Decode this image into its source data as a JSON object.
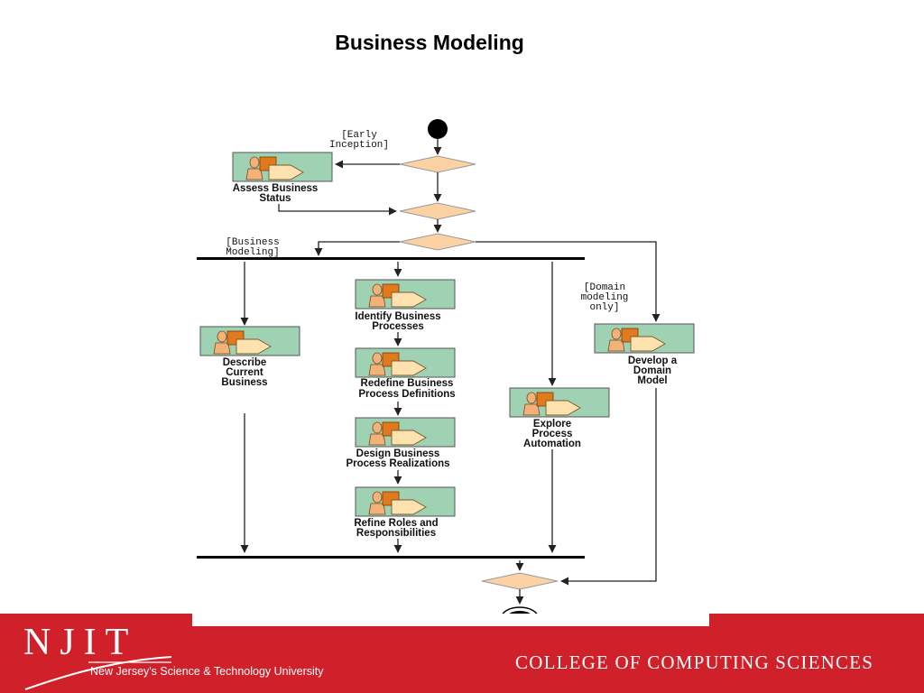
{
  "slide": {
    "title": "Business Modeling"
  },
  "diagram": {
    "guards": {
      "early": [
        "[Early",
        "Inception]"
      ],
      "business": [
        "[Business",
        "Modeling]"
      ],
      "domain": [
        "[Domain",
        "modeling",
        "only]"
      ]
    },
    "activities": {
      "assess": [
        "Assess Business",
        "Status"
      ],
      "identify": [
        "Identify Business",
        "Processes"
      ],
      "redefine": [
        "Redefine Business",
        "Process Definitions"
      ],
      "design": [
        "Design Business",
        "Process Realizations"
      ],
      "refine": [
        "Refine Roles and",
        "Responsibilities"
      ],
      "describe": [
        "Describe",
        "Current",
        "Business"
      ],
      "explore": [
        "Explore",
        "Process",
        "Automation"
      ],
      "develop": [
        "Develop a",
        "Domain",
        "Model"
      ]
    }
  },
  "footer": {
    "logo_letters": "NJIT",
    "tagline": "New Jersey's Science & Technology University",
    "college": "COLLEGE OF COMPUTING SCIENCES"
  },
  "colors": {
    "footer": "#d0202a",
    "activity_fill": "#9fd1b3",
    "person_orange": "#e07a1c",
    "doc_fill": "#fde2b0",
    "diamond": "#fbd2a4"
  }
}
